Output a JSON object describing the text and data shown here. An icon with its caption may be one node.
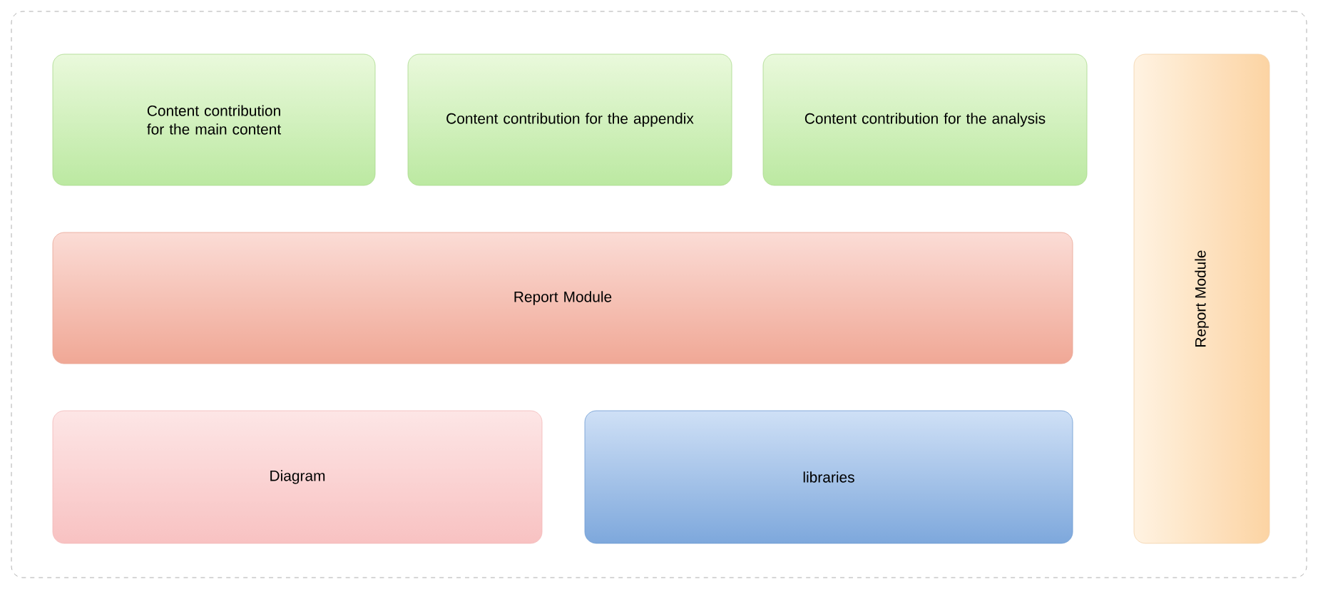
{
  "diagram": {
    "nodes": [
      {
        "text": [],
        "shape": "box"
      },
      {
        "text": [
          "Content contribution for the main content"
        ],
        "in": 0
      },
      {
        "text": [
          "Content contribution for the appendix"
        ],
        "in": 0
      },
      {
        "text": [
          "Content contribution for the analysis"
        ],
        "in": 0
      },
      {
        "text": [
          "Report Module"
        ],
        "in": 0
      },
      {
        "text": [
          "Diagram"
        ],
        "in": 0
      },
      {
        "text": [
          "libraries"
        ],
        "in": 0
      },
      {
        "text": [
          "Report Module"
        ],
        "in": 0
      }
    ]
  }
}
